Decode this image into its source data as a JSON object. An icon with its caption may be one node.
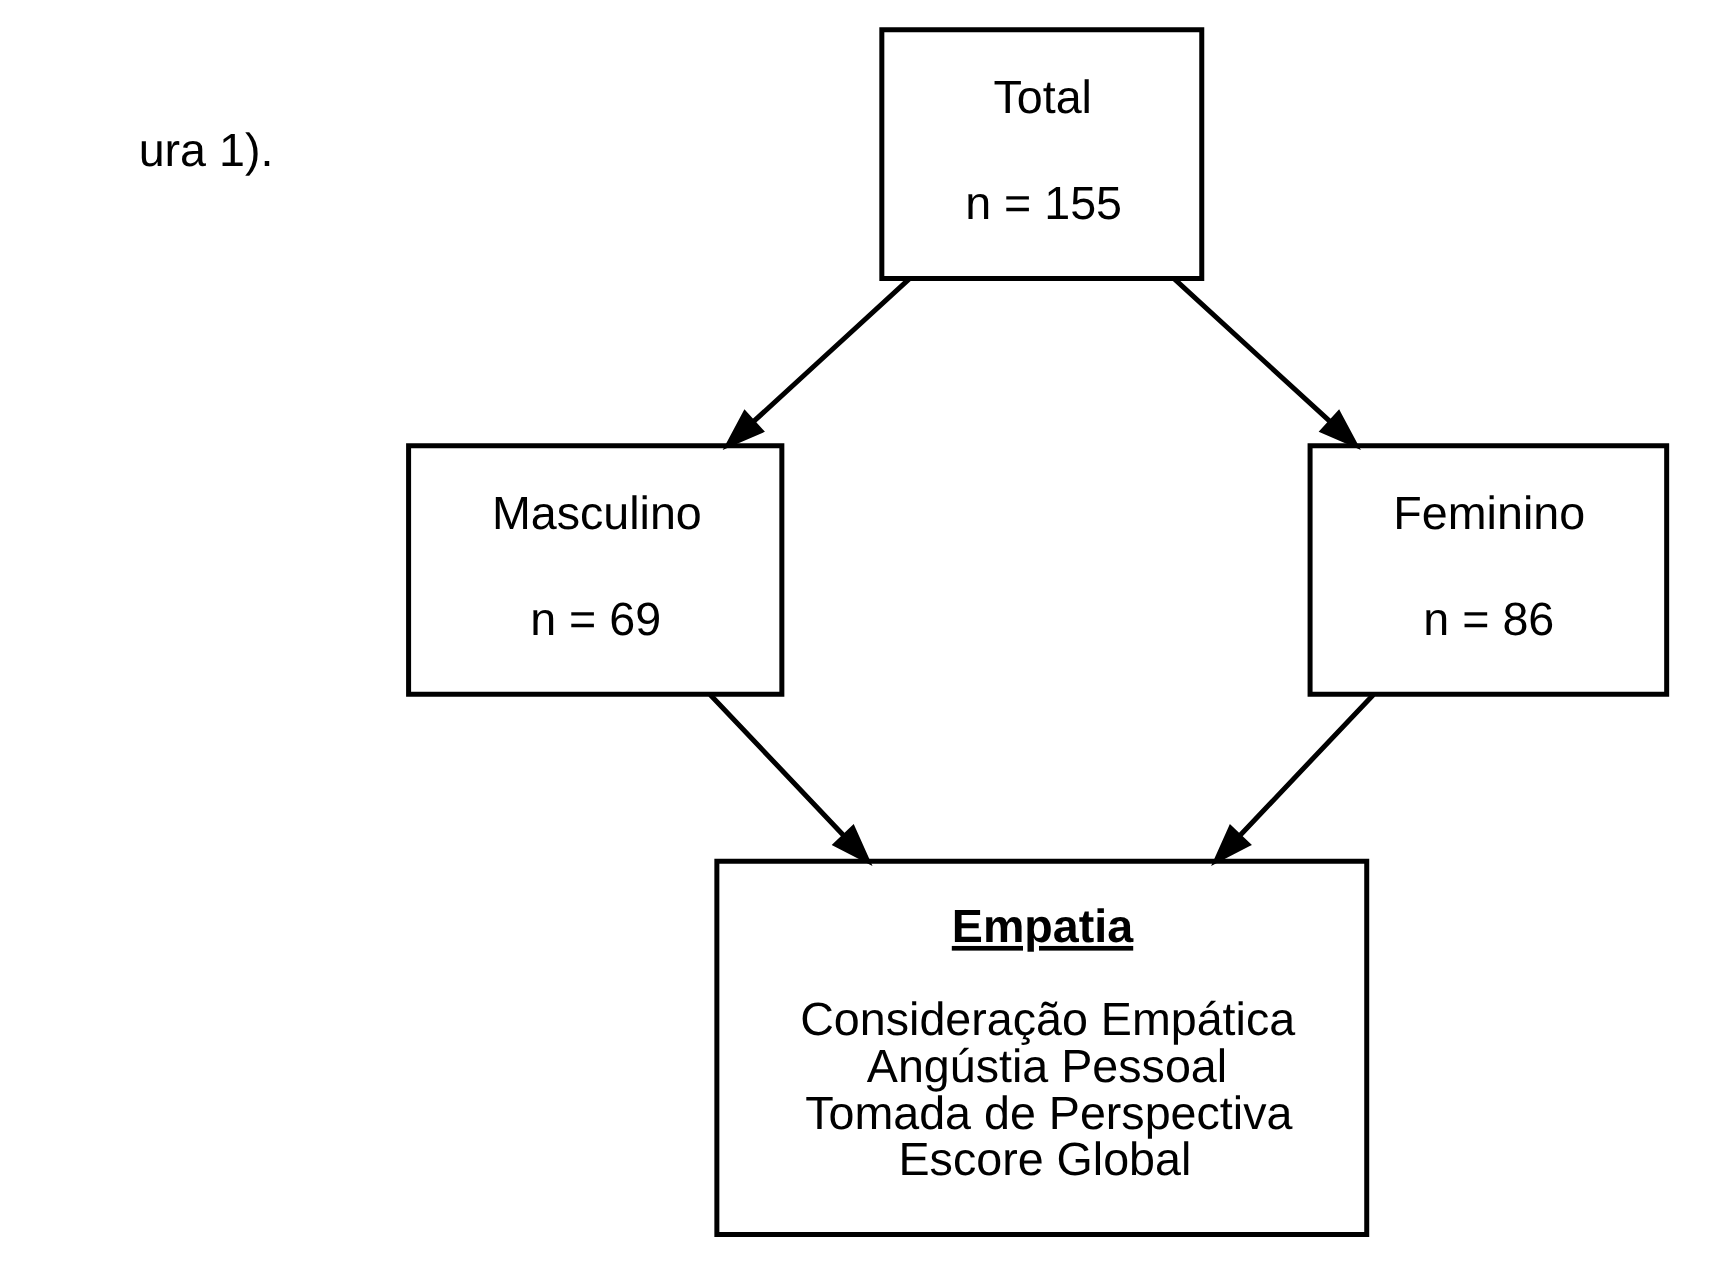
{
  "diagram": {
    "nodes": [
      {
        "text": [
          "Total",
          "n = 155"
        ]
      },
      {
        "text": [
          "Masculino",
          "n = 69"
        ]
      },
      {
        "text": [
          "Feminino",
          "n = 86"
        ]
      },
      {
        "text": [
          "Empatia",
          "Consideração Empática",
          "Angústia Pessoal",
          "Tomada de Perspectiva",
          "Escore Global"
        ]
      }
    ],
    "edges": [
      {
        "from": 0,
        "to": 1,
        "arrow": "to"
      },
      {
        "from": 0,
        "to": 2,
        "arrow": "to"
      },
      {
        "from": 1,
        "to": 3,
        "arrow": "to"
      },
      {
        "from": 2,
        "to": 3,
        "arrow": "to"
      }
    ],
    "labels": [
      "ura 1)."
    ]
  }
}
